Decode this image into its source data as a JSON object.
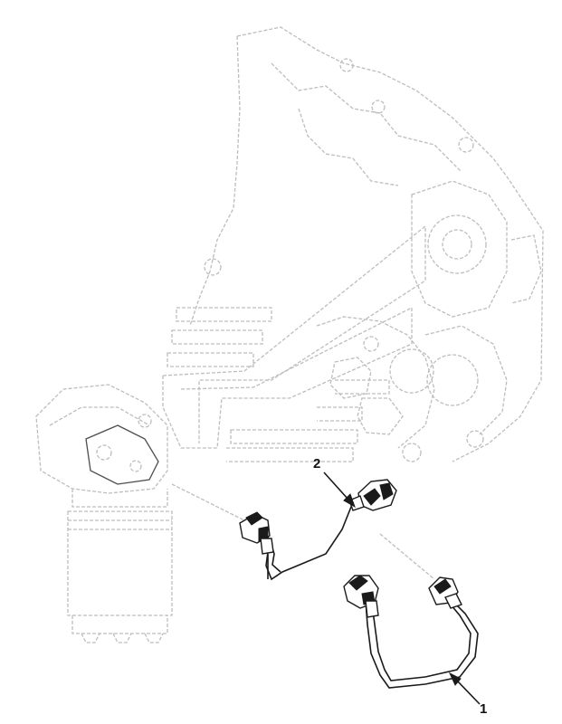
{
  "callouts": [
    {
      "id": "1",
      "label": "1"
    },
    {
      "id": "2",
      "label": "2"
    }
  ],
  "colors": {
    "line": "#1a1a1a",
    "faint_line": "#bdbdbd",
    "background": "#ffffff"
  }
}
